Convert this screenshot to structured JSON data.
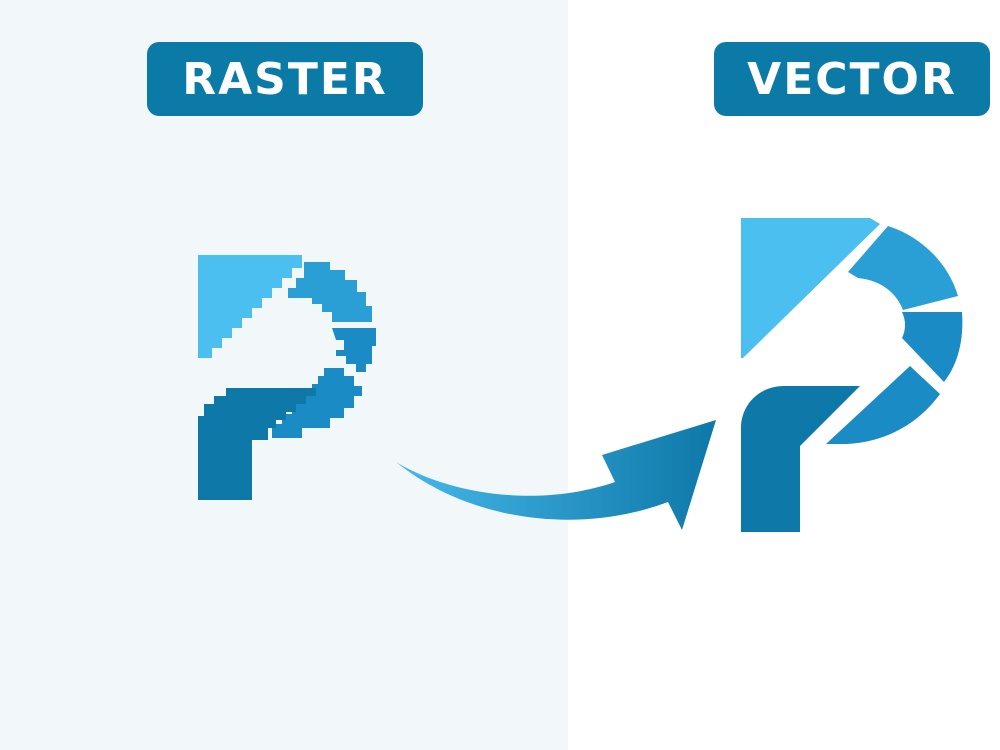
{
  "labels": {
    "raster": "RASTER",
    "vector": "VECTOR"
  },
  "colors": {
    "raster_panel_bg": "#f2f7fa",
    "vector_panel_bg": "#ffffff",
    "badge_bg": "#0b7aa6",
    "badge_text": "#ffffff",
    "logo_light_blue": "#4bbfef",
    "logo_mid_blue": "#2a9fd6",
    "logo_deep_blue": "#1a8bc4",
    "logo_dark_blue": "#0e78a8",
    "arrow_gradient_start": "#46b8ea",
    "arrow_gradient_end": "#0e78a8"
  },
  "icons": {
    "raster_logo": "pixelated-p-logo",
    "vector_logo": "smooth-p-logo",
    "arrow": "curved-arrow"
  }
}
